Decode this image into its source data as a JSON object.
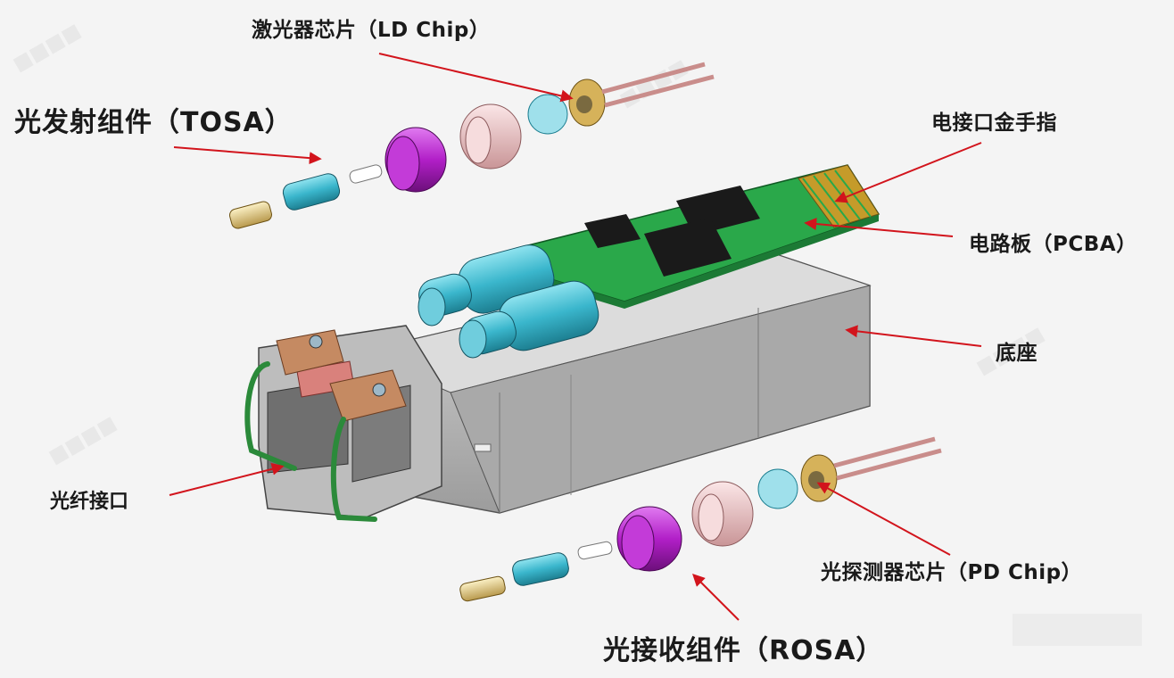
{
  "labels": {
    "ld_chip": "激光器芯片（LD Chip）",
    "tosa": "光发射组件（TOSA）",
    "gold_finger": "电接口金手指",
    "pcba": "电路板（PCBA）",
    "base": "底座",
    "fiber_port": "光纤接口",
    "pd_chip": "光探测器芯片（PD Chip）",
    "rosa": "光接收组件（ROSA）"
  },
  "colors": {
    "arrow": "#d2141c",
    "pcb": "#2aa84a",
    "cyan": "#3ab6cc",
    "magenta": "#b21fc8",
    "pink": "#ecc6c8",
    "housing": "#c4c4c4",
    "copper": "#c58a62",
    "gold": "#e2c27a",
    "wire": "#2b8a3a"
  }
}
